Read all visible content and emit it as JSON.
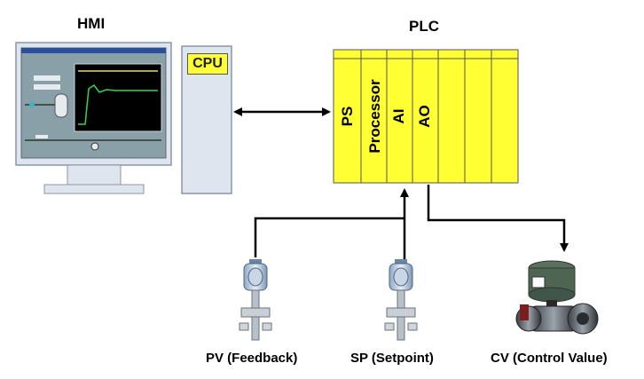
{
  "hmi": {
    "title": "HMI"
  },
  "computer": {
    "cpu_label": "CPU"
  },
  "plc": {
    "title": "PLC",
    "modules": [
      "PS",
      "Processor",
      "AI",
      "AO"
    ]
  },
  "devices": {
    "pv_label": "PV (Feedback)",
    "sp_label": "SP (Setpoint)",
    "cv_label": "CV (Control Value)"
  },
  "colors": {
    "plc_fill": "#ffff33",
    "monitor_frame": "#dfe5ef",
    "screen_bg": "#8aa0a8",
    "trend_bg": "#000000"
  }
}
